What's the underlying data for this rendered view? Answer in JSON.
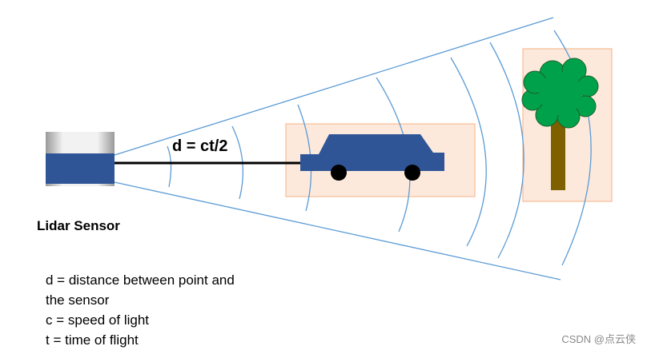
{
  "sensor": {
    "label": "Lidar Sensor"
  },
  "formula": "d = ct/2",
  "definitions": [
    "d = distance between point and",
    "the sensor",
    "c = speed of light",
    "t = time of flight"
  ],
  "watermark": "CSDN @点云侠",
  "colors": {
    "beam_lines": "#5b9bd5",
    "sensor_body": "#2f5597",
    "target_box_fill": "#fde9dc",
    "target_box_border": "#f4b183",
    "car": "#2f5597",
    "wheel": "#000000",
    "foliage": "#00a14b",
    "trunk": "#7f6000",
    "ranging_line": "#000000"
  },
  "icons": [
    "lidar-sensor-icon",
    "car-icon",
    "tree-icon"
  ]
}
